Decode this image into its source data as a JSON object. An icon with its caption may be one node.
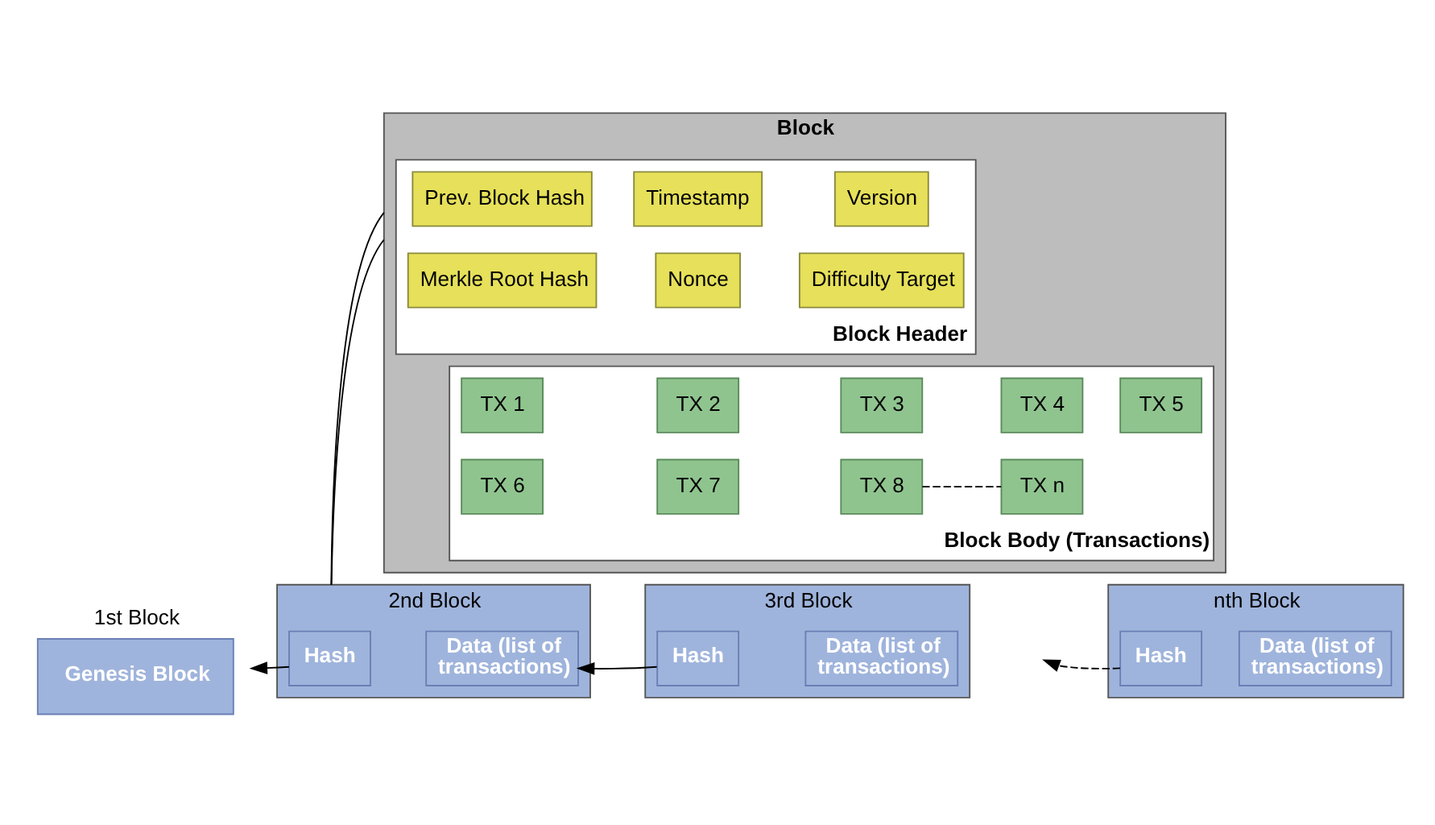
{
  "diagram": {
    "nodes": [
      {
        "text": [
          "1st Block",
          "Genesis Block"
        ]
      },
      {
        "text": [
          "2nd Block"
        ]
      },
      {
        "text": [
          "Hash"
        ],
        "in": 1
      },
      {
        "text": [
          "Data (list of transactions)"
        ],
        "in": 1
      },
      {
        "text": [
          "3rd Block"
        ]
      },
      {
        "text": [
          "Hash"
        ],
        "in": 4
      },
      {
        "text": [
          "Data (list of transactions)"
        ],
        "in": 4
      },
      {
        "text": [
          "nth Block"
        ]
      },
      {
        "text": [
          "Hash"
        ],
        "in": 7
      },
      {
        "text": [
          "Data (list of transactions)"
        ],
        "in": 7
      },
      {
        "text": [
          "Block"
        ]
      },
      {
        "text": [
          "Block Header"
        ],
        "in": 10
      },
      {
        "text": [
          "Prev. Block Hash"
        ],
        "in": 11
      },
      {
        "text": [
          "Timestamp"
        ],
        "in": 11
      },
      {
        "text": [
          "Version"
        ],
        "in": 11
      },
      {
        "text": [
          "Merkle Root Hash"
        ],
        "in": 11
      },
      {
        "text": [
          "Nonce"
        ],
        "in": 11
      },
      {
        "text": [
          "Difficulty Target"
        ],
        "in": 11
      },
      {
        "text": [
          "Block Body (Transactions)"
        ],
        "in": 10
      },
      {
        "text": [
          "TX 1"
        ],
        "in": 18
      },
      {
        "text": [
          "TX 2"
        ],
        "in": 18
      },
      {
        "text": [
          "TX 3"
        ],
        "in": 18
      },
      {
        "text": [
          "TX 4"
        ],
        "in": 18
      },
      {
        "text": [
          "TX 5"
        ],
        "in": 18
      },
      {
        "text": [
          "TX 6"
        ],
        "in": 18
      },
      {
        "text": [
          "TX 7"
        ],
        "in": 18
      },
      {
        "text": [
          "TX 8"
        ],
        "in": 18
      },
      {
        "text": [
          "TX n"
        ],
        "in": 18
      }
    ],
    "edges": [
      {
        "from": 2,
        "to": 0,
        "arrow": "to"
      },
      {
        "from": 5,
        "to": 3,
        "arrow": "to"
      },
      {
        "from": 8,
        "to": null,
        "arrow": "to",
        "style": "dashed"
      },
      {
        "from": 1,
        "to": 10,
        "arrow": "none"
      },
      {
        "from": 1,
        "to": 10,
        "arrow": "none"
      },
      {
        "from": 26,
        "to": 27,
        "arrow": "none",
        "style": "dashed"
      }
    ]
  }
}
